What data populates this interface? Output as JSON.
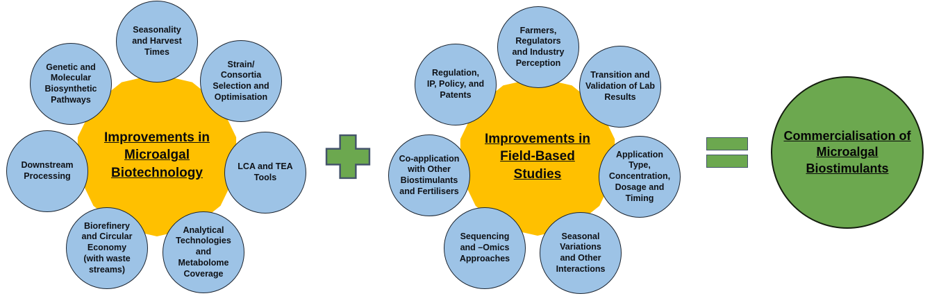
{
  "colors": {
    "orange_center": "#FFC000",
    "blue_bubble": "#9DC3E6",
    "green": "#6CA84F",
    "bubble_outline": "#1b2430",
    "operator_outline": "#44546A",
    "text": "#0e1116"
  },
  "left_flower": {
    "center_label": "Improvements in\nMicroalgal\nBiotechnology",
    "satellites": [
      {
        "label": "Seasonality\nand Harvest\nTimes"
      },
      {
        "label": "Strain/\nConsortia\nSelection and\nOptimisation"
      },
      {
        "label": "LCA and TEA\nTools"
      },
      {
        "label": "Analytical\nTechnologies\nand\nMetabolome\nCoverage"
      },
      {
        "label": "Biorefinery\nand Circular\nEconomy\n(with waste\nstreams)"
      },
      {
        "label": "Downstream\nProcessing"
      },
      {
        "label": "Genetic and\nMolecular\nBiosynthetic\nPathways"
      }
    ]
  },
  "right_flower": {
    "center_label": "Improvements in\nField-Based\nStudies",
    "satellites": [
      {
        "label": "Farmers,\nRegulators\nand Industry\nPerception"
      },
      {
        "label": "Transition and\nValidation of Lab\nResults"
      },
      {
        "label": "Application\nType,\nConcentration,\nDosage and\nTiming"
      },
      {
        "label": "Seasonal\nVariations\nand Other\nInteractions"
      },
      {
        "label": "Sequencing\nand –Omics\nApproaches"
      },
      {
        "label": "Co-application\nwith Other\nBiostimulants\nand Fertilisers"
      },
      {
        "label": "Regulation,\nIP, Policy, and\nPatents"
      }
    ]
  },
  "operators": {
    "plus": "plus-icon",
    "equals": "equals-icon"
  },
  "result": {
    "label": "Commercialisation of\nMicroalgal\nBiostimulants"
  }
}
